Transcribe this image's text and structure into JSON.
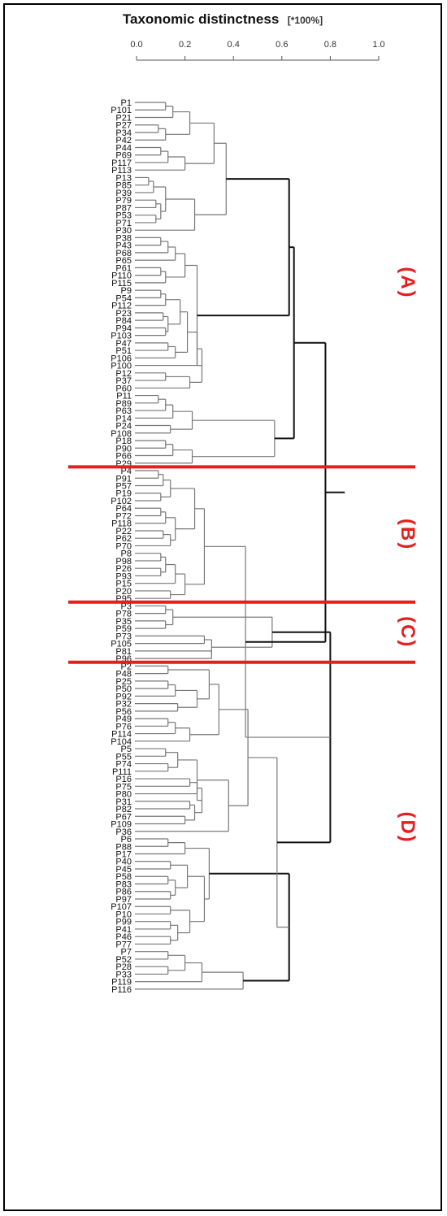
{
  "chart_data": {
    "type": "dendrogram",
    "title": "Taxonomic distinctness",
    "unit_label": "[*100%]",
    "xlim": [
      0.0,
      1.0
    ],
    "ticks": [
      "0.0",
      "0.2",
      "0.4",
      "0.6",
      "0.8",
      "1.0"
    ],
    "groups": [
      {
        "label": "(A)",
        "leaves": [
          "P1",
          "P101",
          "P21",
          "P27",
          "P34",
          "P42",
          "P44",
          "P69",
          "P117",
          "P113",
          "P13",
          "P85",
          "P39",
          "P79",
          "P87",
          "P53",
          "P71",
          "P30",
          "P38",
          "P43",
          "P68",
          "P65",
          "P61",
          "P110",
          "P115",
          "P9",
          "P54",
          "P112",
          "P23",
          "P84",
          "P94",
          "P103",
          "P47",
          "P51",
          "P106",
          "P100",
          "P12",
          "P37",
          "P60",
          "P11",
          "P89",
          "P63",
          "P14",
          "P24",
          "P108",
          "P18",
          "P90",
          "P66",
          "P29"
        ]
      },
      {
        "label": "(B)",
        "leaves": [
          "P4",
          "P91",
          "P57",
          "P19",
          "P102",
          "P64",
          "P72",
          "P118",
          "P22",
          "P62",
          "P70",
          "P8",
          "P98",
          "P26",
          "P93",
          "P15",
          "P20",
          "P95"
        ]
      },
      {
        "label": "(C)",
        "leaves": [
          "P3",
          "P78",
          "P35",
          "P59",
          "P73",
          "P105",
          "P81",
          "P96"
        ]
      },
      {
        "label": "(D)",
        "leaves": [
          "P2",
          "P48",
          "P25",
          "P50",
          "P92",
          "P32",
          "P56",
          "P49",
          "P76",
          "P114",
          "P104",
          "P5",
          "P55",
          "P74",
          "P111",
          "P16",
          "P75",
          "P80",
          "P31",
          "P82",
          "P67",
          "P109",
          "P6",
          "P88",
          "P36",
          "P17",
          "P40",
          "P45",
          "P58",
          "P83",
          "P86",
          "P97",
          "P107",
          "P10",
          "P99",
          "P41",
          "P46",
          "P77",
          "P7",
          "P52",
          "P28",
          "P33",
          "P119",
          "P116"
        ]
      }
    ],
    "tree": [
      "_",
      0.86,
      [
        "_",
        0.78,
        [
          "_",
          0.65,
          [
            "_",
            0.63,
            [
              "_",
              0.37,
              [
                "_",
                0.32,
                [
                  "_",
                  0.22,
                  [
                    "_",
                    0.15,
                    [
                      "_",
                      0.12,
                      "P1",
                      "P101"
                    ],
                    "P21"
                  ],
                  [
                    "_",
                    0.12,
                    [
                      "_",
                      0.09,
                      "P27",
                      "P34"
                    ],
                    "P42"
                  ]
                ],
                [
                  "_",
                  0.2,
                  [
                    "_",
                    0.13,
                    [
                      "_",
                      0.1,
                      "P44",
                      "P69"
                    ],
                    "P117"
                  ],
                  "P113"
                ]
              ],
              [
                "_",
                0.24,
                [
                  "_",
                  0.12,
                  [
                    "_",
                    0.07,
                    [
                      "_",
                      0.05,
                      "P13",
                      "P85"
                    ],
                    "P39"
                  ],
                  [
                    "_",
                    0.1,
                    [
                      "_",
                      0.08,
                      "P79",
                      "P87"
                    ],
                    [
                      "_",
                      0.08,
                      "P53",
                      "P71"
                    ]
                  ]
                ],
                "P30"
              ]
            ],
            [
              "_",
              0.25,
              [
                "_",
                0.2,
                [
                  "_",
                  0.16,
                  [
                    "_",
                    0.13,
                    [
                      "_",
                      0.1,
                      "P38",
                      "P43"
                    ],
                    "P68"
                  ],
                  "P65"
                ],
                [
                  "_",
                  0.12,
                  [
                    "_",
                    0.1,
                    "P61",
                    "P110"
                  ],
                  "P115"
                ]
              ],
              [
                "_",
                0.27,
                [
                  "_",
                  0.25,
                  [
                    "_",
                    0.21,
                    [
                      "_",
                      0.18,
                      [
                        "_",
                        0.12,
                        [
                          "_",
                          0.1,
                          "P9",
                          "P54"
                        ],
                        "P112"
                      ],
                      [
                        "_",
                        0.13,
                        [
                          "_",
                          0.11,
                          "P23",
                          "P84"
                        ],
                        [
                          "_",
                          0.12,
                          "P94",
                          "P103"
                        ]
                      ]
                    ],
                    [
                      "_",
                      0.16,
                      [
                        "_",
                        0.13,
                        "P47",
                        "P51"
                      ],
                      "P106"
                    ]
                  ],
                  "P100"
                ],
                [
                  "_",
                  0.22,
                  [
                    "_",
                    0.12,
                    "P12",
                    "P37"
                  ],
                  "P60"
                ]
              ]
            ]
          ],
          [
            "_",
            0.57,
            [
              "_",
              0.23,
              [
                "_",
                0.15,
                [
                  "_",
                  0.12,
                  [
                    "_",
                    0.09,
                    "P11",
                    "P89"
                  ],
                  "P63"
                ],
                "P14"
              ],
              [
                "_",
                0.14,
                "P24",
                "P108"
              ]
            ],
            [
              "_",
              0.23,
              [
                "_",
                0.15,
                [
                  "_",
                  0.12,
                  "P18",
                  "P90"
                ],
                "P66"
              ],
              "P29"
            ]
          ]
        ],
        [
          "_",
          0.45,
          [
            "_",
            0.28,
            [
              "_",
              0.24,
              [
                "_",
                0.14,
                [
                  "_",
                  0.11,
                  [
                    "_",
                    0.09,
                    "P4",
                    "P91"
                  ],
                  "P57"
                ],
                [
                  "_",
                  0.1,
                  "P19",
                  "P102"
                ]
              ],
              [
                "_",
                0.16,
                [
                  "_",
                  0.12,
                  [
                    "_",
                    0.1,
                    "P64",
                    "P72"
                  ],
                  "P118"
                ],
                [
                  "_",
                  0.14,
                  [
                    "_",
                    0.11,
                    "P22",
                    "P62"
                  ],
                  "P70"
                ]
              ]
            ],
            [
              "_",
              0.2,
              [
                "_",
                0.16,
                [
                  "_",
                  0.12,
                  [
                    "_",
                    0.1,
                    "P8",
                    "P98"
                  ],
                  [
                    "_",
                    0.1,
                    "P26",
                    "P93"
                  ]
                ],
                "P15"
              ],
              [
                "_",
                0.14,
                "P20",
                "P95"
              ]
            ]
          ],
          [
            "_",
            0.8,
            [
              "_",
              0.56,
              [
                "_",
                0.15,
                [
                  "_",
                  0.12,
                  "P3",
                  "P78"
                ],
                [
                  "_",
                  0.12,
                  "P35",
                  "P59"
                ]
              ],
              [
                "_",
                0.31,
                [
                  "_",
                  0.28,
                  "P73",
                  "P105"
                ],
                [
                  "_",
                  0.31,
                  "P81",
                  "P96"
                ]
              ]
            ],
            [
              "_",
              0.58,
              [
                "_",
                0.46,
                [
                  "_",
                  0.34,
                  [
                    "_",
                    0.3,
                    [
                      "_",
                      0.13,
                      "P2",
                      "P48"
                    ],
                    [
                      "_",
                      0.25,
                      [
                        "_",
                        0.16,
                        [
                          "_",
                          0.13,
                          "P25",
                          "P50"
                        ],
                        "P92"
                      ],
                      [
                        "_",
                        0.17,
                        "P32",
                        "P56"
                      ]
                    ]
                  ],
                  [
                    "_",
                    0.22,
                    [
                      "_",
                      0.16,
                      [
                        "_",
                        0.13,
                        "P49",
                        "P76"
                      ],
                      "P114"
                    ],
                    "P104"
                  ]
                ],
                [
                  "_",
                  0.38,
                  [
                    "_",
                    0.25,
                    [
                      "_",
                      0.17,
                      [
                        "_",
                        0.12,
                        "P5",
                        "P55"
                      ],
                      [
                        "_",
                        0.13,
                        "P74",
                        "P111"
                      ]
                    ],
                    [
                      "_",
                      0.27,
                      [
                        "_",
                        0.25,
                        [
                          "_",
                          0.22,
                          "P16",
                          "P75"
                        ],
                        "P80"
                      ],
                      [
                        "_",
                        0.24,
                        [
                          "_",
                          0.22,
                          "P31",
                          "P82"
                        ],
                        [
                          "_",
                          0.2,
                          "P67",
                          "P109"
                        ]
                      ]
                    ]
                  ],
                  "P36"
                ]
              ],
              [
                "_",
                0.63,
                [
                  "_",
                  0.3,
                  [
                    "_",
                    0.2,
                    [
                      "_",
                      0.13,
                      "P6",
                      "P88"
                    ],
                    "P17"
                  ],
                  [
                    "_",
                    0.28,
                    [
                      "_",
                      0.21,
                      [
                        "_",
                        0.14,
                        "P40",
                        "P45"
                      ],
                      [
                        "_",
                        0.16,
                        [
                          "_",
                          0.13,
                          "P58",
                          "P83"
                        ],
                        [
                          "_",
                          0.14,
                          "P86",
                          "P97"
                        ]
                      ]
                    ],
                    [
                      "_",
                      0.22,
                      [
                        "_",
                        0.14,
                        "P107",
                        "P10"
                      ],
                      [
                        "_",
                        0.17,
                        [
                          "_",
                          0.14,
                          "P99",
                          "P41"
                        ],
                        [
                          "_",
                          0.14,
                          "P46",
                          "P77"
                        ]
                      ]
                    ]
                  ]
                ],
                [
                  "_",
                  0.44,
                  [
                    "_",
                    0.27,
                    [
                      "_",
                      0.2,
                      [
                        "_",
                        0.13,
                        "P7",
                        "P52"
                      ],
                      [
                        "_",
                        0.13,
                        "P28",
                        "P33"
                      ]
                    ],
                    "P119"
                  ],
                  "P116"
                ]
              ]
            ]
          ]
        ]
      ],
      "_nothing_"
    ]
  }
}
